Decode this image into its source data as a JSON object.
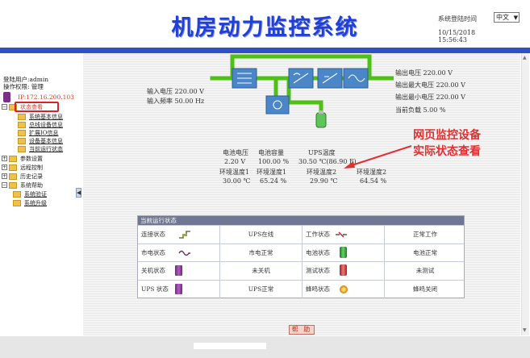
{
  "header": {
    "title": "机房动力监控系统",
    "login_time_label": "系统登陆时间",
    "language": "中文",
    "login_date": "10/15/2018",
    "login_clock": "15:56:43"
  },
  "sidebar": {
    "user": "登陆用户:admin",
    "permission": "操作权限: 管理",
    "ip": "IP:172.16.200.103",
    "tree": [
      {
        "label": "状态查看",
        "child": false
      },
      {
        "label": "系统基本信息",
        "child": true
      },
      {
        "label": "总线设备信息",
        "child": true
      },
      {
        "label": "扩展IO信息",
        "child": true
      },
      {
        "label": "设备基本信息",
        "child": true
      },
      {
        "label": "当前运行状态",
        "child": true
      },
      {
        "label": "参数设置",
        "child": false
      },
      {
        "label": "远程控制",
        "child": false
      },
      {
        "label": "历史记录",
        "child": false
      },
      {
        "label": "系统帮助",
        "child": false
      },
      {
        "label": "系统验证",
        "child": true
      },
      {
        "label": "系统升级",
        "child": true
      }
    ]
  },
  "readouts": {
    "input_voltage": "输入电压  220.00 V",
    "input_frequency": "输入频率  50.00 Hz",
    "output_voltage": "输出电压      220.00 V",
    "output_max_voltage": "输出最大电压 220.00 V",
    "output_min_voltage": "输出最小电压 220.00 V",
    "current_load": "当前负载        5.00 %"
  },
  "battery": {
    "voltage_label": "电池电压",
    "voltage_value": "2.20  V",
    "capacity_label": "电池容量",
    "capacity_value": "100.00  %",
    "ups_temp_label": "UPS温度",
    "ups_temp_value": "30.50  ℃(86.90 F)",
    "env_temp1_label": "环境温度1",
    "env_temp1_value": "30.00 ℃",
    "env_hum1_label": "环境湿度1",
    "env_hum1_value": "65.24 %",
    "env_temp2_label": "环境温度2",
    "env_temp2_value": "29.90 ℃",
    "env_hum2_label": "环境湿度2",
    "env_hum2_value": "64.54 %"
  },
  "annotation": {
    "line1": "网页监控设备",
    "line2": "实际状态查看"
  },
  "status": {
    "title": "当前运行状态",
    "rows": [
      {
        "l1": "连接状态",
        "v1": "UPS在线",
        "l2": "工作状态",
        "v2": "正常工作"
      },
      {
        "l1": "市电状态",
        "v1": "市电正常",
        "l2": "电池状态",
        "v2": "电池正常"
      },
      {
        "l1": "关机状态",
        "v1": "未关机",
        "l2": "测试状态",
        "v2": "未测试"
      },
      {
        "l1": "UPS 状态",
        "v1": "UPS正常",
        "l2": "蜂鸣状态",
        "v2": "蜂鸣关闭"
      }
    ]
  },
  "help_label": "帮 助",
  "icons": {
    "connect": "plug-icon",
    "mains": "sine-wave-icon",
    "shutdown": "battery-icon",
    "ups": "battery-icon",
    "work": "work-status-icon",
    "battery": "battery-green-icon",
    "test": "battery-red-icon",
    "buzzer": "buzzer-icon"
  },
  "colors": {
    "title_blue": "#1f3fd6",
    "band_blue": "#3150c5",
    "flow_green": "#4ec016",
    "module_blue": "#4a86c8",
    "annotation_red": "#e03030"
  }
}
